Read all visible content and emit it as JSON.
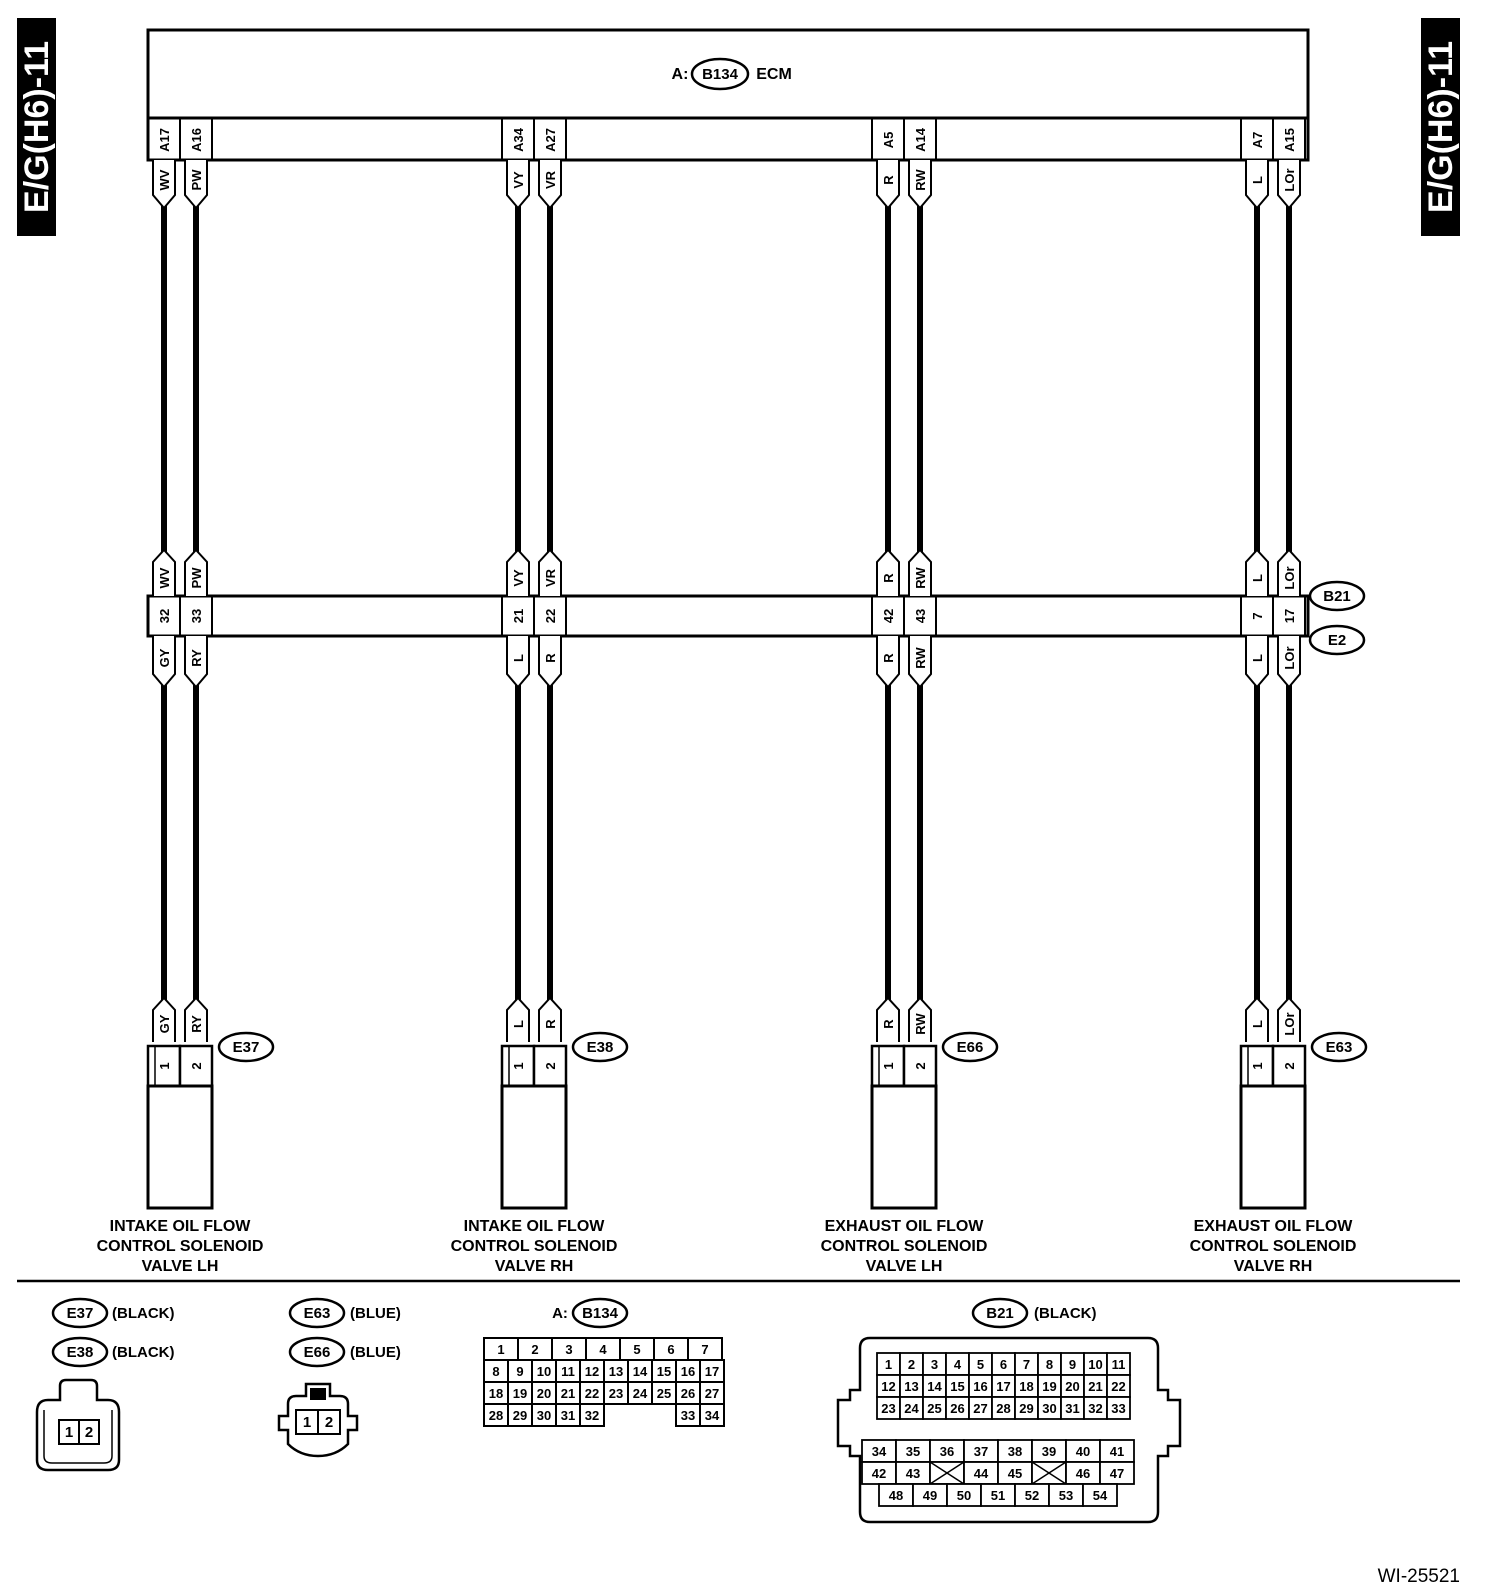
{
  "side_tab": {
    "left": "E/G(H6)-11",
    "right": "E/G(H6)-11"
  },
  "ecm": {
    "prefix": "A:",
    "connector": "B134",
    "name": "ECM"
  },
  "connector_b21": "B21",
  "connector_e2": "E2",
  "wires": [
    {
      "ecm_pin": "A17",
      "top_color": "WV",
      "b21_pin": "32",
      "bottom_color": "GY",
      "dev_pin": "1"
    },
    {
      "ecm_pin": "A16",
      "top_color": "PW",
      "b21_pin": "33",
      "bottom_color": "RY",
      "dev_pin": "2"
    },
    {
      "ecm_pin": "A34",
      "top_color": "VY",
      "b21_pin": "21",
      "bottom_color": "L",
      "dev_pin": "1"
    },
    {
      "ecm_pin": "A27",
      "top_color": "VR",
      "b21_pin": "22",
      "bottom_color": "R",
      "dev_pin": "2"
    },
    {
      "ecm_pin": "A5",
      "top_color": "R",
      "b21_pin": "42",
      "bottom_color": "R",
      "dev_pin": "1"
    },
    {
      "ecm_pin": "A14",
      "top_color": "RW",
      "b21_pin": "43",
      "bottom_color": "RW",
      "dev_pin": "2"
    },
    {
      "ecm_pin": "A7",
      "top_color": "L",
      "b21_pin": "7",
      "bottom_color": "L",
      "dev_pin": "1"
    },
    {
      "ecm_pin": "A15",
      "top_color": "LOr",
      "b21_pin": "17",
      "bottom_color": "LOr",
      "dev_pin": "2"
    }
  ],
  "devices": [
    {
      "connector": "E37",
      "label": [
        "INTAKE OIL FLOW",
        "CONTROL SOLENOID",
        "VALVE LH"
      ]
    },
    {
      "connector": "E38",
      "label": [
        "INTAKE OIL FLOW",
        "CONTROL SOLENOID",
        "VALVE RH"
      ]
    },
    {
      "connector": "E66",
      "label": [
        "EXHAUST OIL FLOW",
        "CONTROL SOLENOID",
        "VALVE LH"
      ]
    },
    {
      "connector": "E63",
      "label": [
        "EXHAUST OIL FLOW",
        "CONTROL SOLENOID",
        "VALVE RH"
      ]
    }
  ],
  "legend": {
    "group1": [
      {
        "connector": "E37",
        "color": "(BLACK)"
      },
      {
        "connector": "E38",
        "color": "(BLACK)"
      }
    ],
    "group2": [
      {
        "connector": "E63",
        "color": "(BLUE)"
      },
      {
        "connector": "E66",
        "color": "(BLUE)"
      }
    ],
    "two_pin": [
      "1",
      "2"
    ],
    "b134": {
      "prefix": "A:",
      "connector": "B134",
      "rows": [
        [
          "1",
          "2",
          "3",
          "4",
          "5",
          "6",
          "7"
        ],
        [
          "8",
          "9",
          "10",
          "11",
          "12",
          "13",
          "14",
          "15",
          "16",
          "17"
        ],
        [
          "18",
          "19",
          "20",
          "21",
          "22",
          "23",
          "24",
          "25",
          "26",
          "27"
        ],
        [
          "28",
          "29",
          "30",
          "31",
          "32",
          "33",
          "34"
        ]
      ]
    },
    "b21": {
      "connector": "B21",
      "color": "(BLACK)",
      "upper_rows": [
        [
          "1",
          "2",
          "3",
          "4",
          "5",
          "6",
          "7",
          "8",
          "9",
          "10",
          "11"
        ],
        [
          "12",
          "13",
          "14",
          "15",
          "16",
          "17",
          "18",
          "19",
          "20",
          "21",
          "22"
        ],
        [
          "23",
          "24",
          "25",
          "26",
          "27",
          "28",
          "29",
          "30",
          "31",
          "32",
          "33"
        ]
      ],
      "lower_rows": [
        [
          "34",
          "35",
          "36",
          "37",
          "38",
          "39",
          "40",
          "41"
        ],
        [
          "42",
          "43",
          "",
          "44",
          "45",
          "",
          "46",
          "47"
        ],
        [
          "48",
          "49",
          "50",
          "51",
          "52",
          "53",
          "54"
        ]
      ]
    }
  },
  "figure_id": "WI-25521"
}
